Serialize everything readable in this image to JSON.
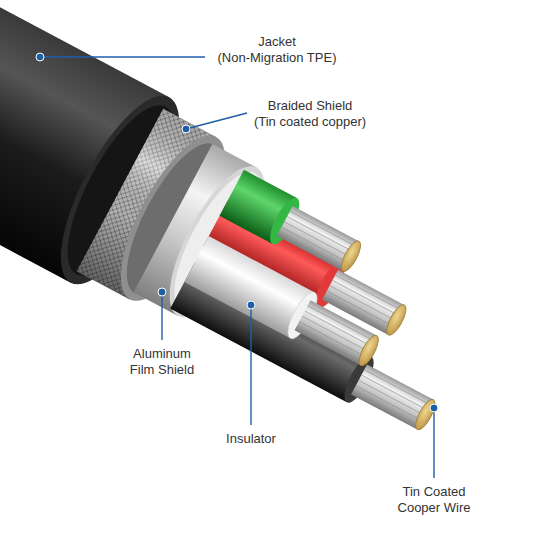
{
  "diagram": {
    "labels": [
      "Jacket",
      "(Non-Migration TPE)",
      "Braided Shield",
      "(Tin coated copper)",
      "Aluminum Film Shield",
      "Insulator",
      "Tin Coated Cooper Wire"
    ]
  }
}
